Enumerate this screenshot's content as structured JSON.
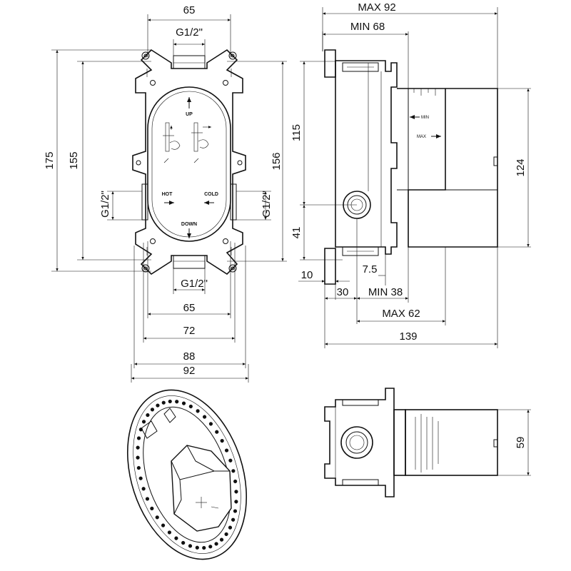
{
  "front_view": {
    "dim_top_65": "65",
    "thread_top": "G1/2\"",
    "label_up": "UP",
    "label_hot": "HOT",
    "label_cold": "COLD",
    "label_down": "DOWN",
    "dim_175": "175",
    "dim_155": "155",
    "dim_156": "156",
    "thread_left": "G1/2\"",
    "thread_right": "G1/2\"",
    "thread_bottom": "G1/2\"",
    "dim_bottom_65": "65",
    "dim_72": "72",
    "dim_88": "88",
    "dim_92": "92"
  },
  "side_view": {
    "dim_max92": "MAX 92",
    "dim_min68": "MIN 68",
    "dim_115": "115",
    "dim_124": "124",
    "dim_41": "41",
    "dim_10": "10",
    "dim_7_5": "7.5",
    "dim_30": "30",
    "dim_min38": "MIN 38",
    "dim_max62": "MAX 62",
    "dim_139": "139",
    "label_min": "MIN",
    "label_max": "MAX"
  },
  "top_view": {
    "dim_59": "59"
  }
}
